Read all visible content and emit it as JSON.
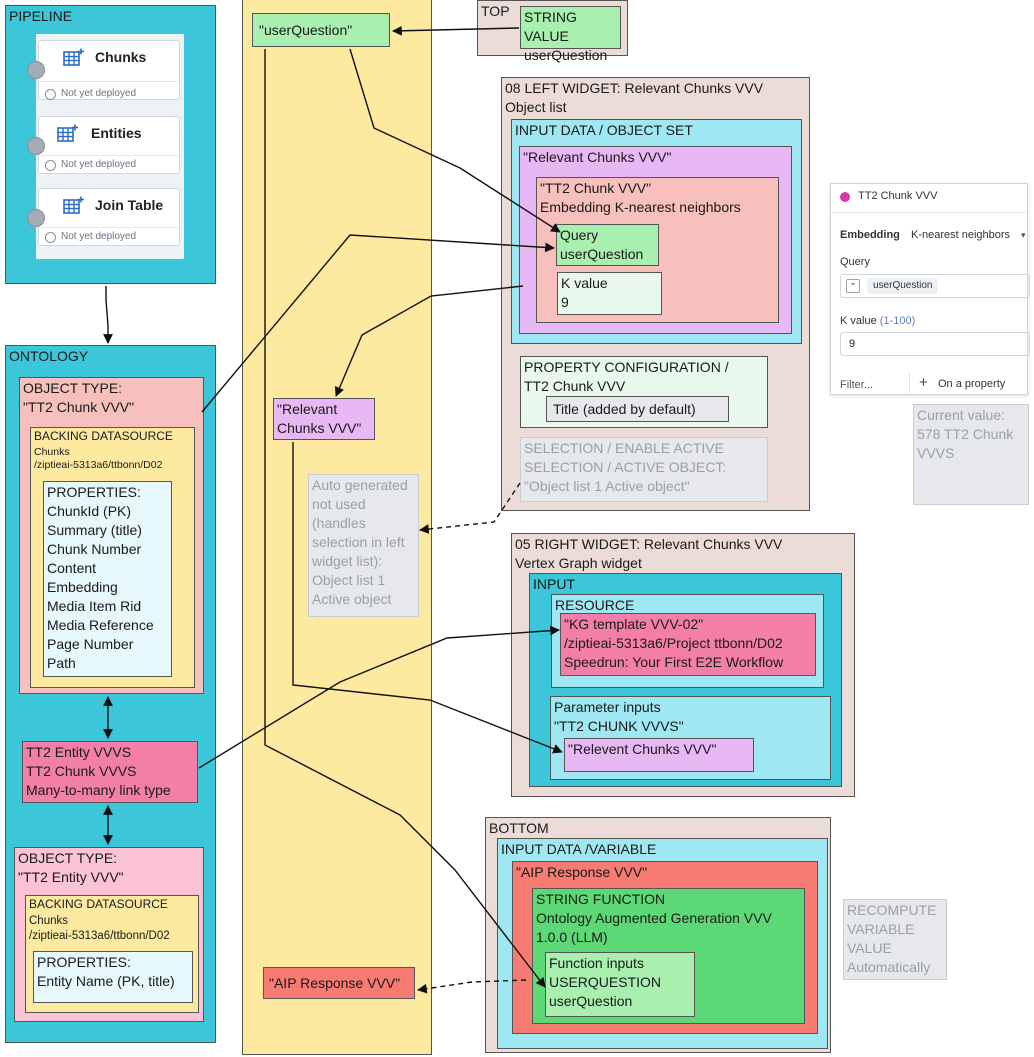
{
  "pipeline": {
    "title": "PIPELINE",
    "items": [
      {
        "name": "Chunks",
        "status": "Not yet deployed"
      },
      {
        "name": "Entities",
        "status": "Not yet deployed"
      },
      {
        "name": "Join Table",
        "status": "Not yet deployed"
      }
    ]
  },
  "ontology": {
    "title": "ONTOLOGY",
    "object_type_1": {
      "title": "OBJECT TYPE:\n\"TT2 Chunk VVV\"",
      "backing_title": "BACKING DATASOURCE",
      "backing_path": "Chunks\n/ziptieai-5313a6/ttbonn/D02",
      "properties": "PROPERTIES:\nChunkId (PK)\nSummary (title)\nChunk Number\nContent\nEmbedding\nMedia Item Rid\nMedia Reference\nPage Number\nPath"
    },
    "link_type": "TT2 Entity VVVS\nTT2 Chunk VVVS\nMany-to-many link type",
    "object_type_2": {
      "title": "OBJECT TYPE:\n\"TT2 Entity VVV\"",
      "backing_title": "BACKING DATASOURCE",
      "backing_path": "Chunks\n/ziptieai-5313a6/ttbonn/D02",
      "properties": "PROPERTIES:\nEntity Name (PK, title)"
    }
  },
  "variables": {
    "user_question": "\"userQuestion\"",
    "relevant_chunks": "\"Relevant\nChunks VVV\"",
    "auto_generated": "Auto generated\nnot used\n(handles\nselection in left\nwidget list):\nObject list 1\nActive object",
    "aip_response": "\"AIP Response VVV\""
  },
  "top": {
    "title": "TOP",
    "string_value": "STRING VALUE\nuserQuestion"
  },
  "left_widget": {
    "title": "08 LEFT WIDGET: Relevant Chunks VVV\nObject list",
    "input_title": "INPUT DATA / OBJECT SET",
    "set_name": "\"Relevant Chunks VVV\"",
    "chunk_knn": "\"TT2 Chunk VVV\"\nEmbedding K-nearest neighbors",
    "query": "Query\nuserQuestion",
    "k_value": "K value\n9",
    "property_config": "PROPERTY CONFIGURATION /\nTT2 Chunk VVV",
    "title_default": "Title (added by default)",
    "selection": "SELECTION / ENABLE ACTIVE\nSELECTION / ACTIVE OBJECT:\n\"Object list 1 Active object\""
  },
  "right_widget": {
    "title": "05 RIGHT WIDGET: Relevant Chunks VVV\nVertex Graph widget",
    "input_title": "INPUT",
    "resource_title": "RESOURCE",
    "resource": "\"KG template VVV-02\"\n/ziptieai-5313a6/Project ttbonn/D02\nSpeedrun: Your First E2E Workflow",
    "param_inputs": "Parameter inputs\n\"TT2 CHUNK VVVS\"",
    "param_value": "\"Relevent Chunks VVV\""
  },
  "bottom": {
    "title": "BOTTOM",
    "input_title": "INPUT DATA /VARIABLE",
    "aip_response": "\"AIP Response VVV\"",
    "string_function": "STRING FUNCTION\nOntology Augmented Generation VVV\n1.0.0 (LLM)",
    "function_inputs": "Function inputs\nUSERQUESTION\nuserQuestion"
  },
  "recompute_note": "RECOMPUTE\nVARIABLE\nVALUE\nAutomatically",
  "panel": {
    "title": "TT2 Chunk VVV",
    "embedding_label": "Embedding",
    "embedding_mode": "K-nearest neighbors",
    "query_label": "Query",
    "query_value": "userQuestion",
    "k_label": "K value",
    "k_range": "(1-100)",
    "k_value": "9",
    "filter_label": "Filter...",
    "property_button": "On a property"
  },
  "current_value_note": "Current value:\n578 TT2 Chunk\nVVVS",
  "colors": {
    "cyan": "#3cc6da",
    "yellow_band": "#fde9a0",
    "beige": "#ecdcd8",
    "light_cyan": "#9fe7f2",
    "lavender": "#e8b8f5",
    "salmon": "#f8c0bc",
    "green": "#a8efb0",
    "pink": "#f37fa8",
    "grey_note": "#e6e8eb"
  }
}
